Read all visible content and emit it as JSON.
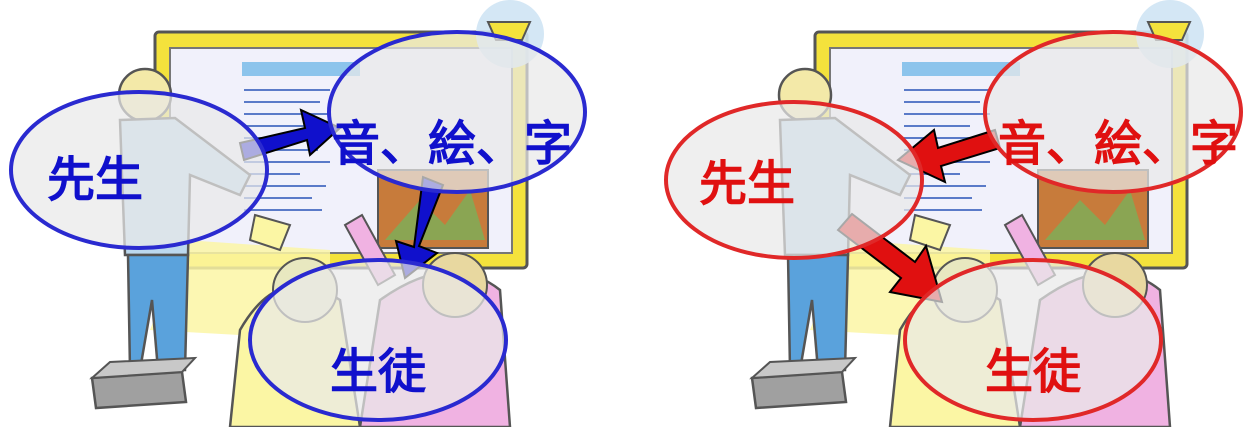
{
  "panels": [
    {
      "id": "left",
      "accent": "#1010cc",
      "labels": {
        "teacher": "先生",
        "media": "音、絵、字",
        "students": "生徒"
      },
      "flow": [
        "teacher-to-media",
        "media-to-students"
      ]
    },
    {
      "id": "right",
      "accent": "#e01010",
      "labels": {
        "teacher": "先生",
        "media": "音、絵、字",
        "students": "生徒"
      },
      "flow": [
        "media-to-teacher",
        "teacher-to-students"
      ]
    }
  ],
  "colors": {
    "board_frame": "#f4e23c",
    "screen": "#f1f1fb",
    "teacher_shirt": "#bcd8ee",
    "teacher_pants": "#5aa2dc",
    "student_pink": "#f0b2e2",
    "student_yellow": "#fbf6a4",
    "projector": "#a0a0a0",
    "light_blue": "#cfe4f4"
  },
  "icons": [
    "projector-icon",
    "ceiling-lamp-icon",
    "interactive-whiteboard-icon"
  ]
}
